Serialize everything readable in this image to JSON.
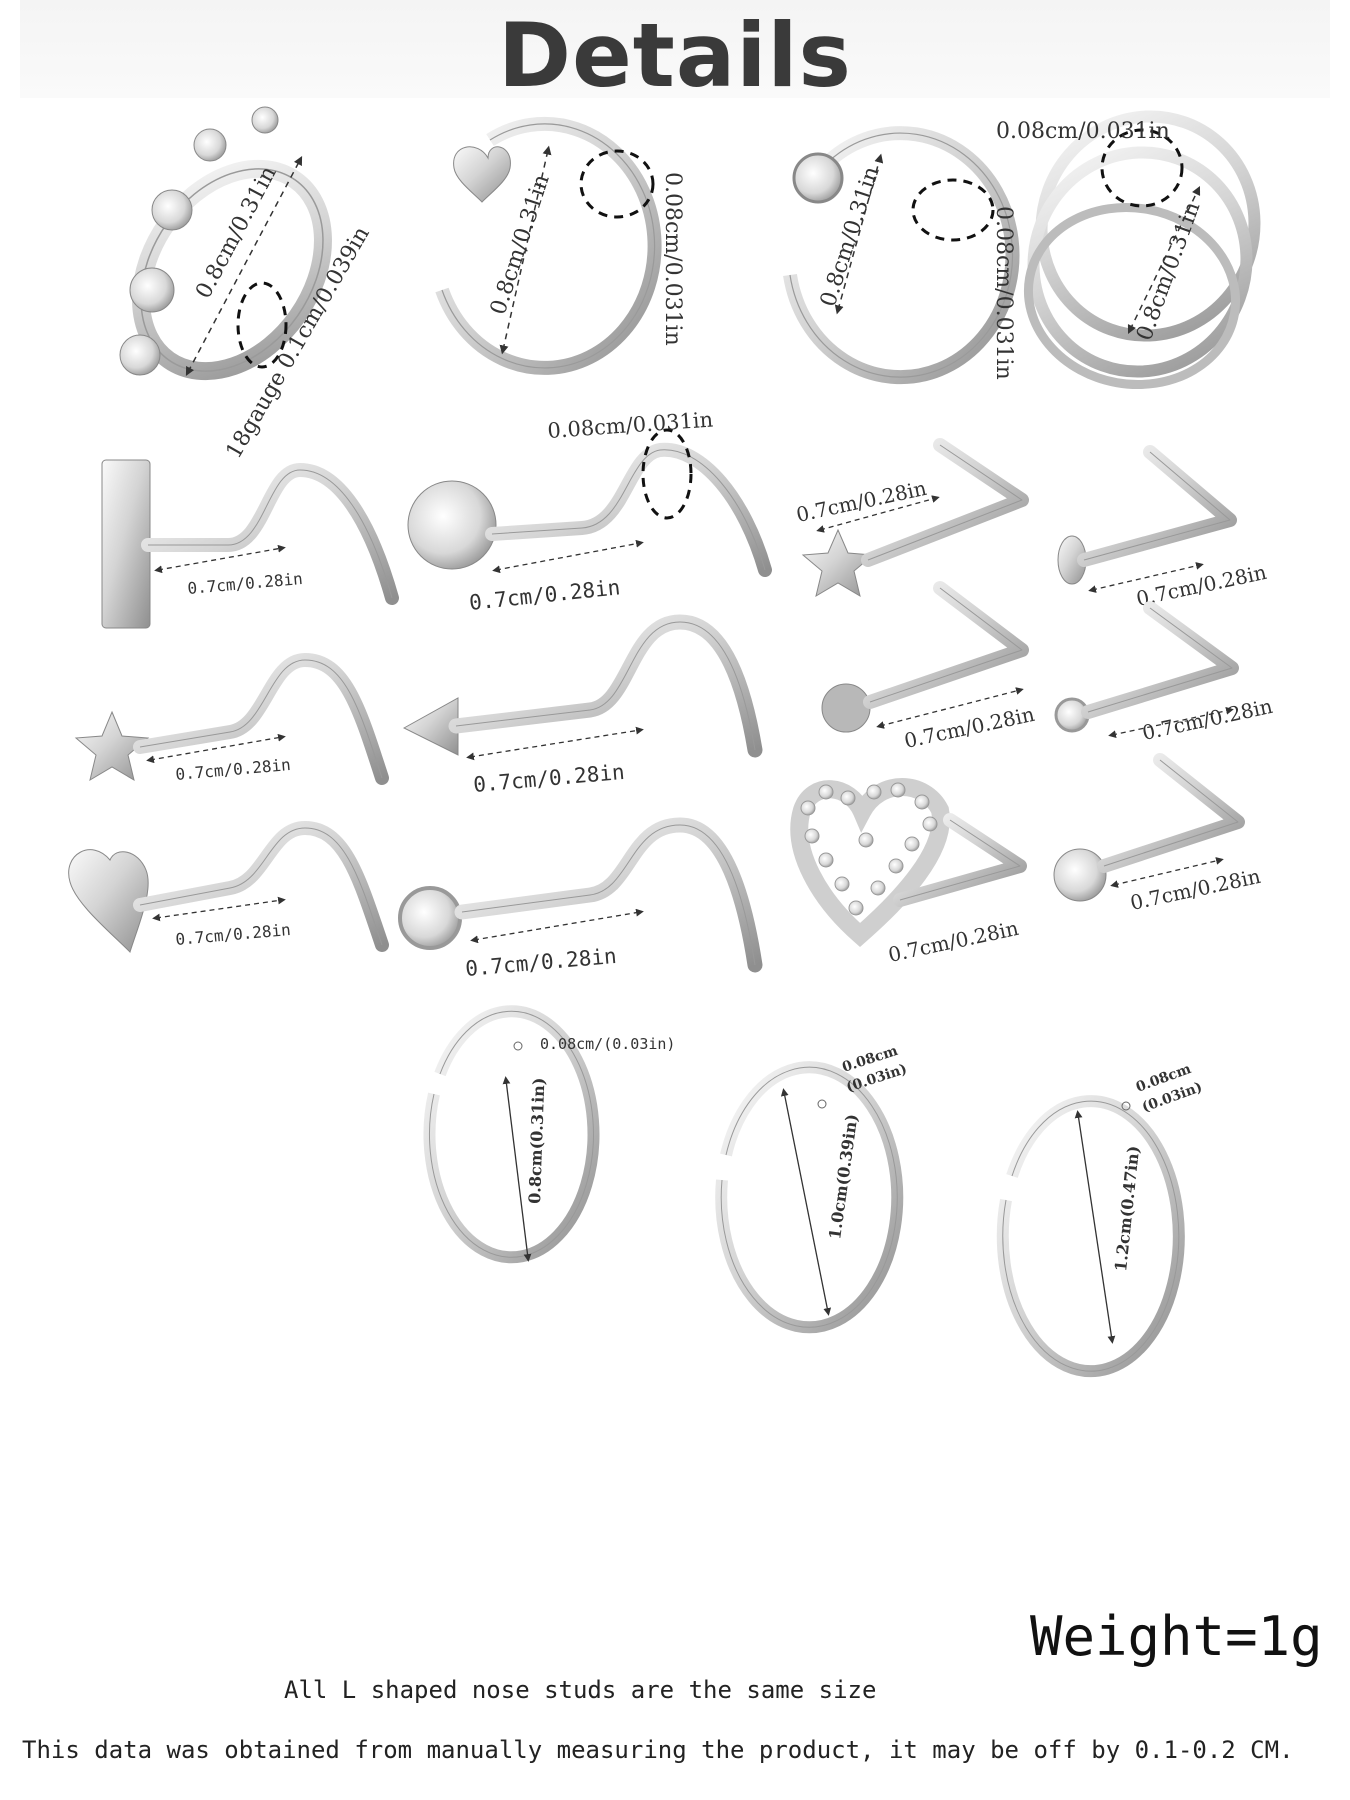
{
  "title": "Details",
  "rings_top": [
    {
      "name": "cz-wave-ring",
      "diameter": "0.8cm/0.31in",
      "gauge": "18gauge 0.1cm/0.039in"
    },
    {
      "name": "heart-hoop",
      "diameter": "0.8cm/0.31in",
      "thickness": "0.08cm/0.031in"
    },
    {
      "name": "cz-hoop",
      "diameter": "0.8cm/0.31in",
      "thickness": "0.08cm/0.031in"
    },
    {
      "name": "spiral-ring",
      "diameter": "0.8cm/0.31in",
      "thickness": "0.08cm/0.031in"
    }
  ],
  "screws": [
    {
      "name": "bar-screw",
      "length": "0.7cm/0.28in"
    },
    {
      "name": "cz-screw",
      "length": "0.7cm/0.28in",
      "thickness": "0.08cm/0.031in"
    },
    {
      "name": "star-screw",
      "length": "0.7cm/0.28in"
    },
    {
      "name": "spike-screw",
      "length": "0.7cm/0.28in"
    },
    {
      "name": "heart-screw",
      "length": "0.7cm/0.28in"
    },
    {
      "name": "bezel-screw",
      "length": "0.7cm/0.28in"
    }
  ],
  "l_studs": [
    {
      "name": "star-l-stud",
      "length": "0.7cm/0.28in"
    },
    {
      "name": "disc-l-stud",
      "length": "0.7cm/0.28in"
    },
    {
      "name": "ball-l-stud",
      "length": "0.7cm/0.28in"
    },
    {
      "name": "bezel-l-stud",
      "length": "0.7cm/0.28in"
    },
    {
      "name": "heart-cz-l-stud",
      "length": "0.7cm/0.28in"
    },
    {
      "name": "prong-l-stud",
      "length": "0.7cm/0.28in"
    }
  ],
  "hoops": [
    {
      "name": "hoop-small",
      "thickness": "0.08cm/(0.03in)",
      "diameter": "0.8cm(0.31in)"
    },
    {
      "name": "hoop-medium",
      "thickness_a": "0.08cm",
      "thickness_b": "(0.03in)",
      "diameter": "1.0cm(0.39in)"
    },
    {
      "name": "hoop-large",
      "thickness_a": "0.08cm",
      "thickness_b": "(0.03in)",
      "diameter": "1.2cm(0.47in)"
    }
  ],
  "weight": "Weight=1g",
  "note_l_shape": "All L shaped nose studs are the same size",
  "disclaimer": "This data was obtained from manually measuring the product, it may be off by 0.1-0.2 CM.",
  "colors": {
    "metal_light": "#f2f2f2",
    "metal_mid": "#c9c9c9",
    "metal_dark": "#8e8e8e",
    "text": "#222222"
  }
}
